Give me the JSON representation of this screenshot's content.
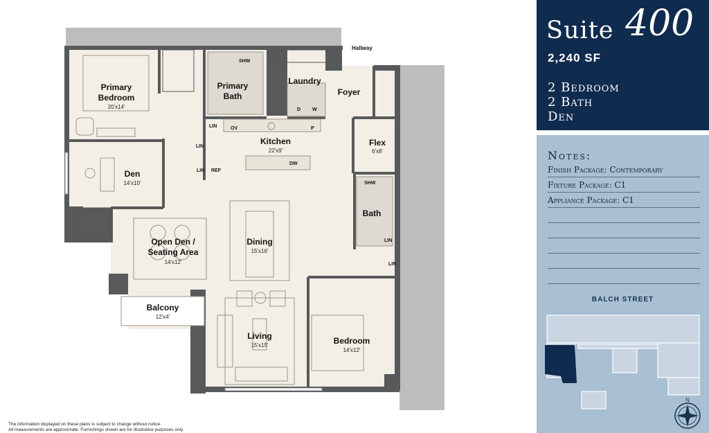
{
  "header": {
    "suite_word": "Suite",
    "suite_number": "400",
    "square_feet": "2,240 SF",
    "specs": [
      "2 Bedroom",
      "2 Bath",
      "Den"
    ]
  },
  "notes": {
    "title": "Notes:",
    "lines": [
      "Finish Package: Contemporary",
      "Fixture Package: C1",
      "Appliance Package: C1",
      "",
      "",
      "",
      "",
      ""
    ]
  },
  "keyplan": {
    "street": "BALCH STREET",
    "compass": "N",
    "highlight_color": "#0f2b4e"
  },
  "rooms": {
    "primary_bedroom": {
      "name1": "Primary",
      "name2": "Bedroom",
      "dim": "20'x14'"
    },
    "primary_bath": {
      "name1": "Primary",
      "name2": "Bath"
    },
    "laundry": {
      "name": "Laundry"
    },
    "foyer": {
      "name": "Foyer"
    },
    "hallway": {
      "name": "Hallway"
    },
    "kitchen": {
      "name": "Kitchen",
      "dim": "22'x9'"
    },
    "flex": {
      "name": "Flex",
      "dim": "6'x8'"
    },
    "den": {
      "name": "Den",
      "dim": "14'x10'"
    },
    "bath": {
      "name": "Bath"
    },
    "open_den": {
      "name1": "Open Den /",
      "name2": "Seating Area",
      "dim": "14'x12'"
    },
    "dining": {
      "name": "Dining",
      "dim": "15'x16'"
    },
    "balcony": {
      "name": "Balcony",
      "dim": "12'x4'"
    },
    "living": {
      "name": "Living",
      "dim": "15'x15'"
    },
    "bedroom": {
      "name": "Bedroom",
      "dim": "14'x12'"
    }
  },
  "fixtures": {
    "shw": "SHW",
    "lin": "LIN",
    "ov": "OV",
    "p": "P",
    "ref": "REF",
    "dw": "DW",
    "d": "D",
    "w": "W"
  },
  "disclaimer": [
    "The information displayed on these plans is subject to change without notice.",
    "All measurements are approximate. Furnishings shown are for illustrative purposes only."
  ]
}
